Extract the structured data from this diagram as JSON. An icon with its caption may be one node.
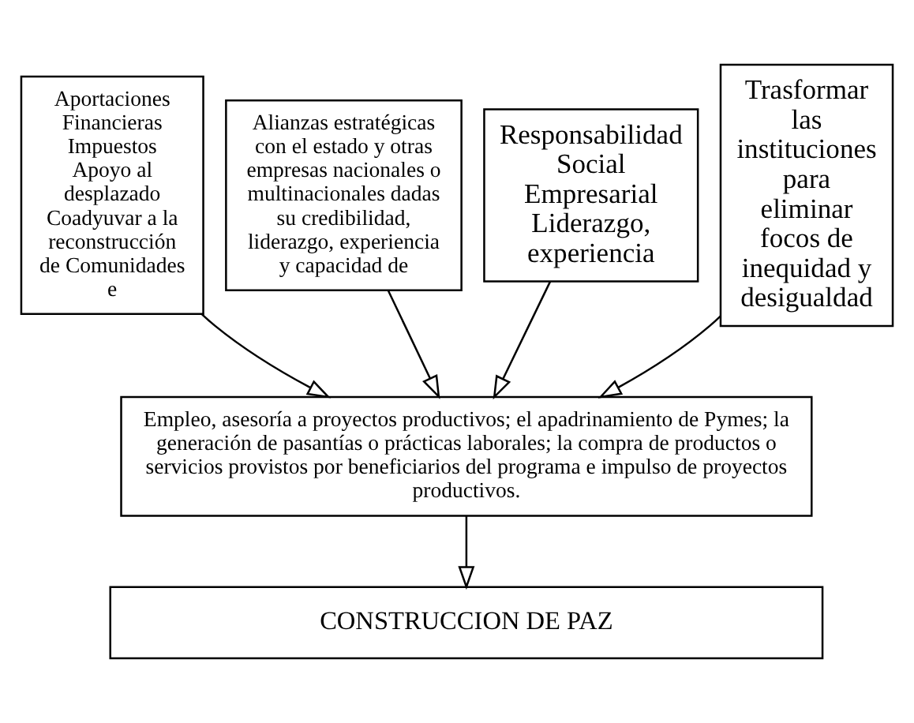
{
  "diagram": {
    "nodes": [
      {
        "text": [
          "Aportaciones Financieras Impuestos Apoyo al desplazado Coadyuvar a la reconstrucción de Comunidades e"
        ]
      },
      {
        "text": [
          "Alianzas estratégicas con el estado y otras empresas nacionales o multinacionales dadas su credibilidad, liderazgo, experiencia y capacidad de"
        ]
      },
      {
        "text": [
          "Responsabilidad Social Empresarial Liderazgo, experiencia"
        ]
      },
      {
        "text": [
          "Trasformar las instituciones para eliminar focos de inequidad y desigualdad"
        ]
      },
      {
        "text": [
          "Empleo, asesoría a proyectos productivos; el apadrinamiento de Pymes; la generación de pasantías o prácticas laborales; la compra de productos o servicios provistos por beneficiarios del programa e impulso de proyectos productivos."
        ]
      },
      {
        "text": [
          "CONSTRUCCION DE PAZ"
        ]
      }
    ],
    "edges": [
      {
        "from": 0,
        "to": 4,
        "arrow": "to"
      },
      {
        "from": 1,
        "to": 4,
        "arrow": "to"
      },
      {
        "from": 2,
        "to": 4,
        "arrow": "to"
      },
      {
        "from": 3,
        "to": 4,
        "arrow": "to"
      },
      {
        "from": 4,
        "to": 5,
        "arrow": "to"
      }
    ]
  }
}
